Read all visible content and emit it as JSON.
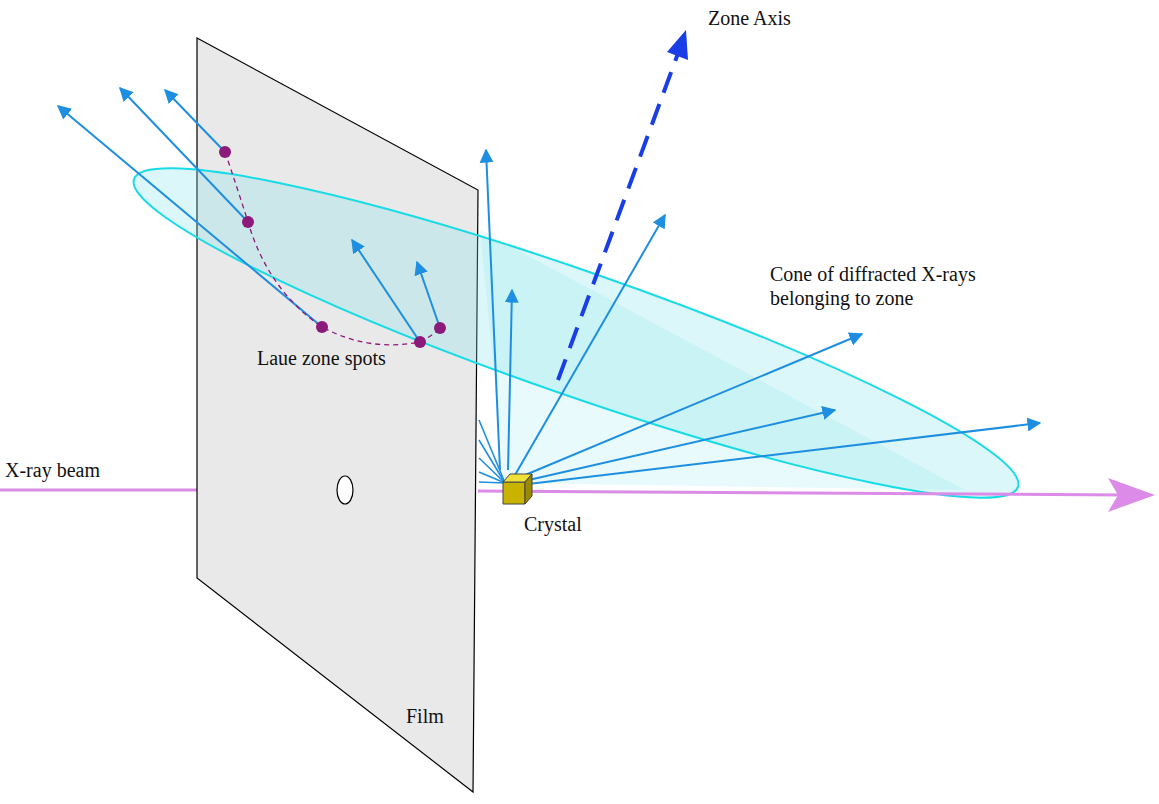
{
  "diagram": {
    "labels": [
      "Zone Axis",
      "Cone of diffracted X-rays belonging to zone",
      "Laue zone spots",
      "X-ray beam",
      "Crystal",
      "Film"
    ]
  }
}
